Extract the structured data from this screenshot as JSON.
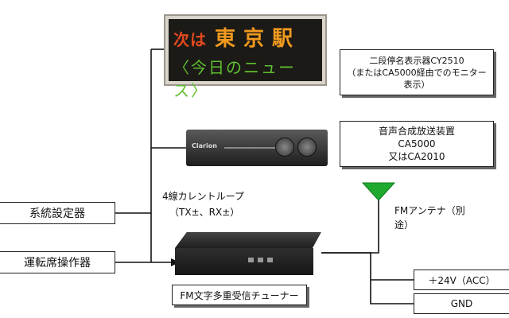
{
  "led_sign": {
    "prefix": "次は",
    "station": "東京駅",
    "news_line": "〈今日のニュース〉"
  },
  "labels": {
    "led_desc_line1": "二段停名表示器CY2510",
    "led_desc_line2": "（またはCA5000経由でのモニター",
    "led_desc_line3": "表示）",
    "speech_line1": "音声合成放送装置",
    "speech_line2": "CA5000",
    "speech_line3": "又はCA2010",
    "current_loop_line1": "4線カレントループ",
    "current_loop_line2": "（TX±、RX±）",
    "antenna_line1": "FMアンテナ（別",
    "antenna_line2": "途）",
    "system_setter": "系統設定器",
    "driver_console": "運転席操作器",
    "tuner": "FM文字多重受信チューナー",
    "power": "＋24V（ACC）",
    "ground": "GND"
  },
  "device_text": {
    "speech_brand": "Clarion"
  },
  "colors": {
    "antenna": "#1faa2f",
    "led_orange": "#f19a1d",
    "led_green": "#5fbf2f",
    "led_red": "#e34a1d"
  }
}
